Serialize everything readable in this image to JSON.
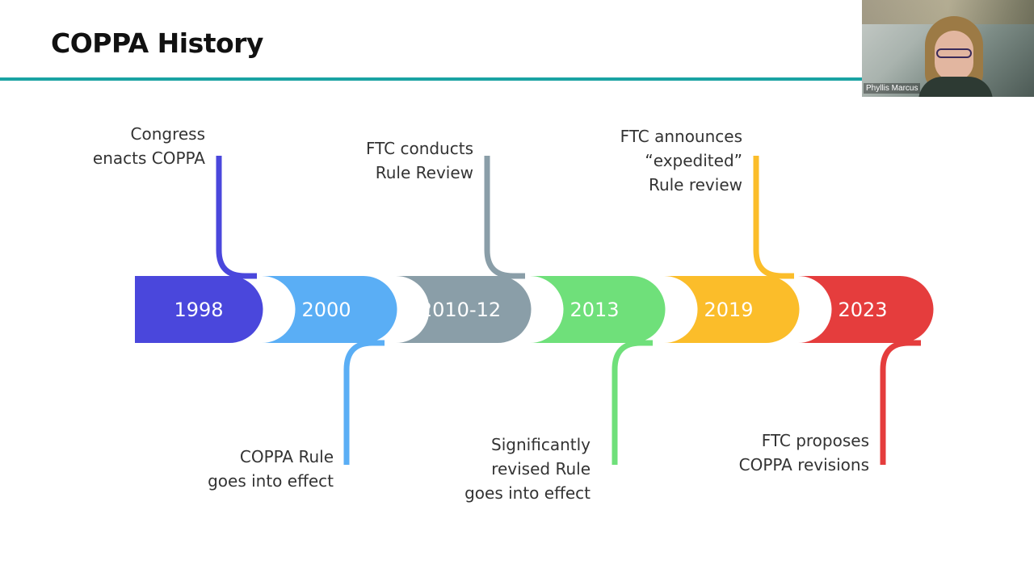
{
  "slide": {
    "title": "COPPA History"
  },
  "video": {
    "participant_name": "Phyllis Marcus"
  },
  "colors": {
    "rule": "#1aa3a3",
    "seg_1998": "#4a47dc",
    "seg_2000": "#5aaef5",
    "seg_2010": "#8a9ea8",
    "seg_2013": "#6fe07a",
    "seg_2019": "#fbbd2a",
    "seg_2023": "#e53d3d"
  },
  "timeline": [
    {
      "year": "1998",
      "caption_lines": [
        "Congress",
        "enacts COPPA"
      ],
      "side": "top"
    },
    {
      "year": "2000",
      "caption_lines": [
        "COPPA Rule",
        "goes into effect"
      ],
      "side": "bottom"
    },
    {
      "year": "2010-12",
      "caption_lines": [
        "FTC conducts",
        "Rule Review"
      ],
      "side": "top"
    },
    {
      "year": "2013",
      "caption_lines": [
        "Significantly",
        "revised Rule",
        "goes into effect"
      ],
      "side": "bottom"
    },
    {
      "year": "2019",
      "caption_lines": [
        "FTC announces",
        "“expedited”",
        "Rule review"
      ],
      "side": "top"
    },
    {
      "year": "2023",
      "caption_lines": [
        "FTC proposes",
        "COPPA revisions"
      ],
      "side": "bottom"
    }
  ]
}
